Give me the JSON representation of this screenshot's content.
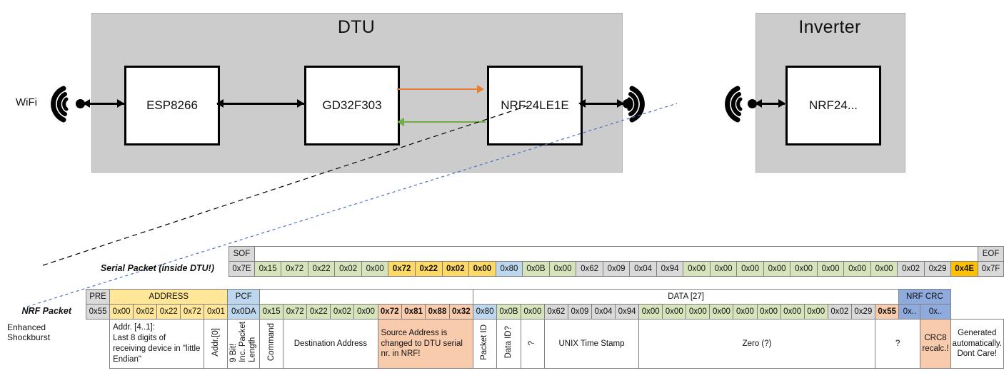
{
  "diagram": {
    "dtu": {
      "title": "DTU",
      "chips": [
        "ESP8266",
        "GD32F303",
        "NRF24LE1E"
      ],
      "wifi_label": "WiFi",
      "arrow_tx_color": "#ED7D31",
      "arrow_rx_color": "#70AD47"
    },
    "inverter": {
      "title": "Inverter",
      "chips": [
        "NRF24..."
      ]
    }
  },
  "serial_packet": {
    "label": "Serial Packet (inside DTU!)",
    "sof_header": "SOF",
    "eof_header": "EOF",
    "sof_value": "0x7E",
    "eof_value": "0x7F",
    "bytes": [
      {
        "v": "0x15",
        "fill": "f-green"
      },
      {
        "v": "0x72",
        "fill": "f-green"
      },
      {
        "v": "0x22",
        "fill": "f-green"
      },
      {
        "v": "0x02",
        "fill": "f-green"
      },
      {
        "v": "0x00",
        "fill": "f-green"
      },
      {
        "v": "0x72",
        "fill": "f-yellow",
        "bold": true
      },
      {
        "v": "0x22",
        "fill": "f-yellow",
        "bold": true
      },
      {
        "v": "0x02",
        "fill": "f-yellow",
        "bold": true
      },
      {
        "v": "0x00",
        "fill": "f-yellow",
        "bold": true
      },
      {
        "v": "0x80",
        "fill": "f-blue"
      },
      {
        "v": "0x0B",
        "fill": "f-green"
      },
      {
        "v": "0x00",
        "fill": "f-green"
      },
      {
        "v": "0x62",
        "fill": "f-gray"
      },
      {
        "v": "0x09",
        "fill": "f-gray"
      },
      {
        "v": "0x04",
        "fill": "f-gray"
      },
      {
        "v": "0x94",
        "fill": "f-gray"
      },
      {
        "v": "0x00",
        "fill": "f-green"
      },
      {
        "v": "0x00",
        "fill": "f-green"
      },
      {
        "v": "0x00",
        "fill": "f-green"
      },
      {
        "v": "0x00",
        "fill": "f-green"
      },
      {
        "v": "0x00",
        "fill": "f-green"
      },
      {
        "v": "0x00",
        "fill": "f-green"
      },
      {
        "v": "0x00",
        "fill": "f-green"
      },
      {
        "v": "0x00",
        "fill": "f-green"
      },
      {
        "v": "0x02",
        "fill": "f-gray"
      },
      {
        "v": "0x29",
        "fill": "f-gray"
      },
      {
        "v": "0x4E",
        "fill": "f-orange",
        "bold": true
      }
    ]
  },
  "nrf_packet": {
    "label": "NRF Packet",
    "sublabel": "Enhanced Shockburst",
    "headers": [
      {
        "text": "PRE",
        "fill": "f-gray",
        "span": 1
      },
      {
        "text": "ADDRESS",
        "fill": "f-lyellow",
        "span": 5
      },
      {
        "text": "PCF",
        "fill": "f-blue",
        "span": 1
      },
      {
        "text": "",
        "fill": "f-white",
        "span": 9
      },
      {
        "text": "DATA [27]",
        "fill": "f-white",
        "span": 18
      },
      {
        "text": "NRF CRC",
        "fill": "f-pblue",
        "span": 2
      }
    ],
    "pre": {
      "v": "0x55",
      "fill": "f-gray"
    },
    "address": [
      {
        "v": "0x00",
        "fill": "f-lyellow"
      },
      {
        "v": "0x02",
        "fill": "f-lyellow"
      },
      {
        "v": "0x22",
        "fill": "f-lyellow"
      },
      {
        "v": "0x72",
        "fill": "f-lyellow"
      },
      {
        "v": "0x01",
        "fill": "f-lyellow"
      }
    ],
    "pcf": {
      "v": "0x0DA",
      "fill": "f-blue"
    },
    "data": [
      {
        "v": "0x15",
        "fill": "f-green"
      },
      {
        "v": "0x72",
        "fill": "f-green"
      },
      {
        "v": "0x22",
        "fill": "f-green"
      },
      {
        "v": "0x02",
        "fill": "f-green"
      },
      {
        "v": "0x00",
        "fill": "f-green"
      },
      {
        "v": "0x72",
        "fill": "f-salmon",
        "bold": true
      },
      {
        "v": "0x81",
        "fill": "f-salmon",
        "bold": true
      },
      {
        "v": "0x88",
        "fill": "f-salmon",
        "bold": true
      },
      {
        "v": "0x32",
        "fill": "f-salmon",
        "bold": true
      },
      {
        "v": "0x80",
        "fill": "f-blue"
      },
      {
        "v": "0x0B",
        "fill": "f-green"
      },
      {
        "v": "0x00",
        "fill": "f-green"
      },
      {
        "v": "0x62",
        "fill": "f-gray"
      },
      {
        "v": "0x09",
        "fill": "f-gray"
      },
      {
        "v": "0x04",
        "fill": "f-gray"
      },
      {
        "v": "0x94",
        "fill": "f-gray"
      },
      {
        "v": "0x00",
        "fill": "f-green"
      },
      {
        "v": "0x00",
        "fill": "f-green"
      },
      {
        "v": "0x00",
        "fill": "f-green"
      },
      {
        "v": "0x00",
        "fill": "f-green"
      },
      {
        "v": "0x00",
        "fill": "f-green"
      },
      {
        "v": "0x00",
        "fill": "f-green"
      },
      {
        "v": "0x00",
        "fill": "f-green"
      },
      {
        "v": "0x00",
        "fill": "f-green"
      },
      {
        "v": "0x02",
        "fill": "f-gray"
      },
      {
        "v": "0x29",
        "fill": "f-gray"
      },
      {
        "v": "0x55",
        "fill": "f-salmon",
        "bold": true
      }
    ],
    "crc": [
      {
        "v": "0x..",
        "fill": "f-pblue"
      },
      {
        "v": "0x..",
        "fill": "f-pblue"
      }
    ]
  },
  "descriptions": [
    {
      "text": "Addr. [4..1]:\nLast 8 digits of receiving device in \"little Endian\"",
      "span": 4,
      "style": "left",
      "fill": "f-white"
    },
    {
      "text": "Addr.[0]",
      "span": 1,
      "style": "vertical",
      "fill": "f-white"
    },
    {
      "text": "9 Bit!\nInc. Packet\nLength",
      "span": 1,
      "style": "vertical-multi",
      "fill": "f-white"
    },
    {
      "text": "Command",
      "span": 1,
      "style": "vertical",
      "fill": "f-white"
    },
    {
      "text": "Destination Address",
      "span": 4,
      "style": "center",
      "fill": "f-white"
    },
    {
      "text": "Source Address is changed to DTU serial nr. in NRF!",
      "span": 4,
      "style": "left",
      "fill": "f-salmon"
    },
    {
      "text": "Packet ID",
      "span": 1,
      "style": "vertical",
      "fill": "f-white"
    },
    {
      "text": "Data ID?",
      "span": 1,
      "style": "vertical",
      "fill": "f-white"
    },
    {
      "text": "?",
      "span": 1,
      "style": "vertical",
      "fill": "f-white"
    },
    {
      "text": "UNIX Time Stamp",
      "span": 4,
      "style": "center",
      "fill": "f-white"
    },
    {
      "text": "Zero (?)",
      "span": 10,
      "style": "center",
      "fill": "f-white"
    },
    {
      "text": "?",
      "span": 2,
      "style": "center",
      "fill": "f-white"
    },
    {
      "text": "CRC8 recalc.!",
      "span": 1,
      "style": "center-sm",
      "fill": "f-salmon"
    },
    {
      "text": "Generated automatically. Dont Care!",
      "span": 2,
      "style": "center-sm",
      "fill": "f-white"
    }
  ]
}
